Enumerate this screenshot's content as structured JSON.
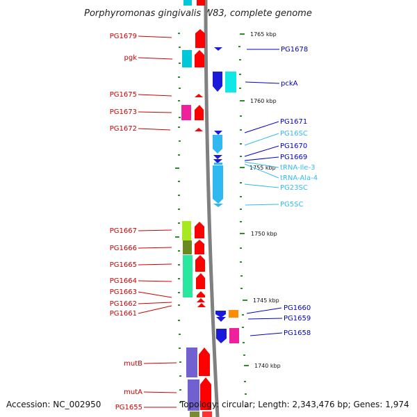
{
  "title": "Porphyromonas gingivalis W83, complete genome",
  "footer": {
    "accession": "Accession: NC_002950",
    "topology": "Topology: circular; Length: 2,343,476 bp; Genes: 1,974"
  },
  "colors": {
    "backbone": "#808080",
    "tick": "#2e8b2e",
    "left_label": "#cc0000",
    "right_label": "#0000cc",
    "rna_label": "#33bbee"
  },
  "ticks": [
    {
      "label": "1765 kbp"
    },
    {
      "label": "1760 kbp"
    },
    {
      "label": "1755 kbp"
    },
    {
      "label": "1750 kbp"
    },
    {
      "label": "1745 kbp"
    },
    {
      "label": "1740 kbp"
    }
  ],
  "left_labels": [
    {
      "text": "PG1679",
      "color": "#cc0000"
    },
    {
      "text": "pgk",
      "color": "#cc0000"
    },
    {
      "text": "PG1675",
      "color": "#cc0000"
    },
    {
      "text": "PG1673",
      "color": "#cc0000"
    },
    {
      "text": "PG1672",
      "color": "#cc0000"
    },
    {
      "text": "PG1667",
      "color": "#cc0000"
    },
    {
      "text": "PG1666",
      "color": "#cc0000"
    },
    {
      "text": "PG1665",
      "color": "#cc0000"
    },
    {
      "text": "PG1664",
      "color": "#cc0000"
    },
    {
      "text": "PG1663",
      "color": "#cc0000"
    },
    {
      "text": "PG1662",
      "color": "#cc0000"
    },
    {
      "text": "PG1661",
      "color": "#cc0000"
    },
    {
      "text": "mutB",
      "color": "#cc0000"
    },
    {
      "text": "mutA",
      "color": "#cc0000"
    },
    {
      "text": "PG1655",
      "color": "#cc0000"
    }
  ],
  "right_labels": [
    {
      "text": "PG1678",
      "color": "#0000cc"
    },
    {
      "text": "pckA",
      "color": "#0000cc"
    },
    {
      "text": "PG1671",
      "color": "#0000cc"
    },
    {
      "text": "PG16SC",
      "color": "#33bbee"
    },
    {
      "text": "PG1670",
      "color": "#0000cc"
    },
    {
      "text": "PG1669",
      "color": "#0000cc"
    },
    {
      "text": "tRNA-Ile-3",
      "color": "#33bbee"
    },
    {
      "text": "tRNA-Ala-4",
      "color": "#33bbee"
    },
    {
      "text": "PG23SC",
      "color": "#33bbee"
    },
    {
      "text": "PG5SC",
      "color": "#33bbee"
    },
    {
      "text": "PG1660",
      "color": "#0000cc"
    },
    {
      "text": "PG1659",
      "color": "#0000cc"
    },
    {
      "text": "PG1658",
      "color": "#0000cc"
    }
  ]
}
